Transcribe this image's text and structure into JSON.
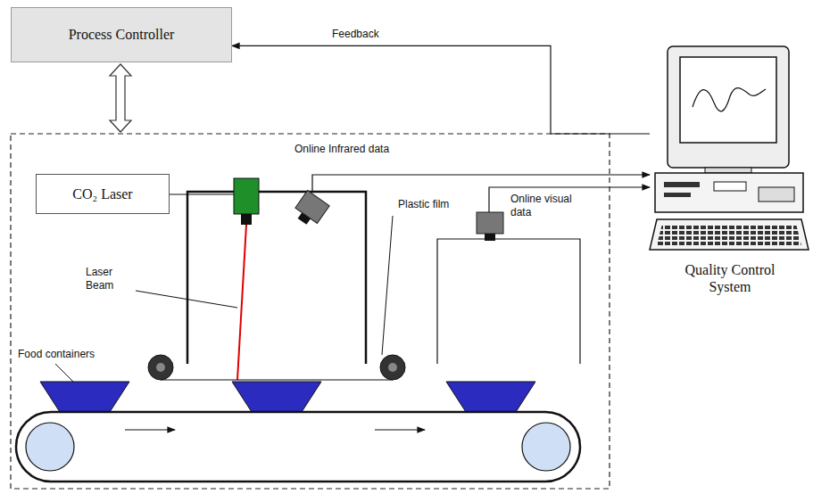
{
  "diagram": {
    "nodes": [
      {
        "text": [
          "Process Controller"
        ]
      },
      {
        "text": [
          "CO₂ Laser"
        ]
      },
      {
        "text": [
          "Quality Control System"
        ]
      }
    ],
    "edges": [
      {
        "from": 2,
        "to": 0,
        "arrow": "to",
        "label": "Feedback"
      }
    ],
    "labels": [
      "Online Infrared data",
      "Laser Beam",
      "Plastic film",
      "Online visual data",
      "Food containers"
    ]
  }
}
